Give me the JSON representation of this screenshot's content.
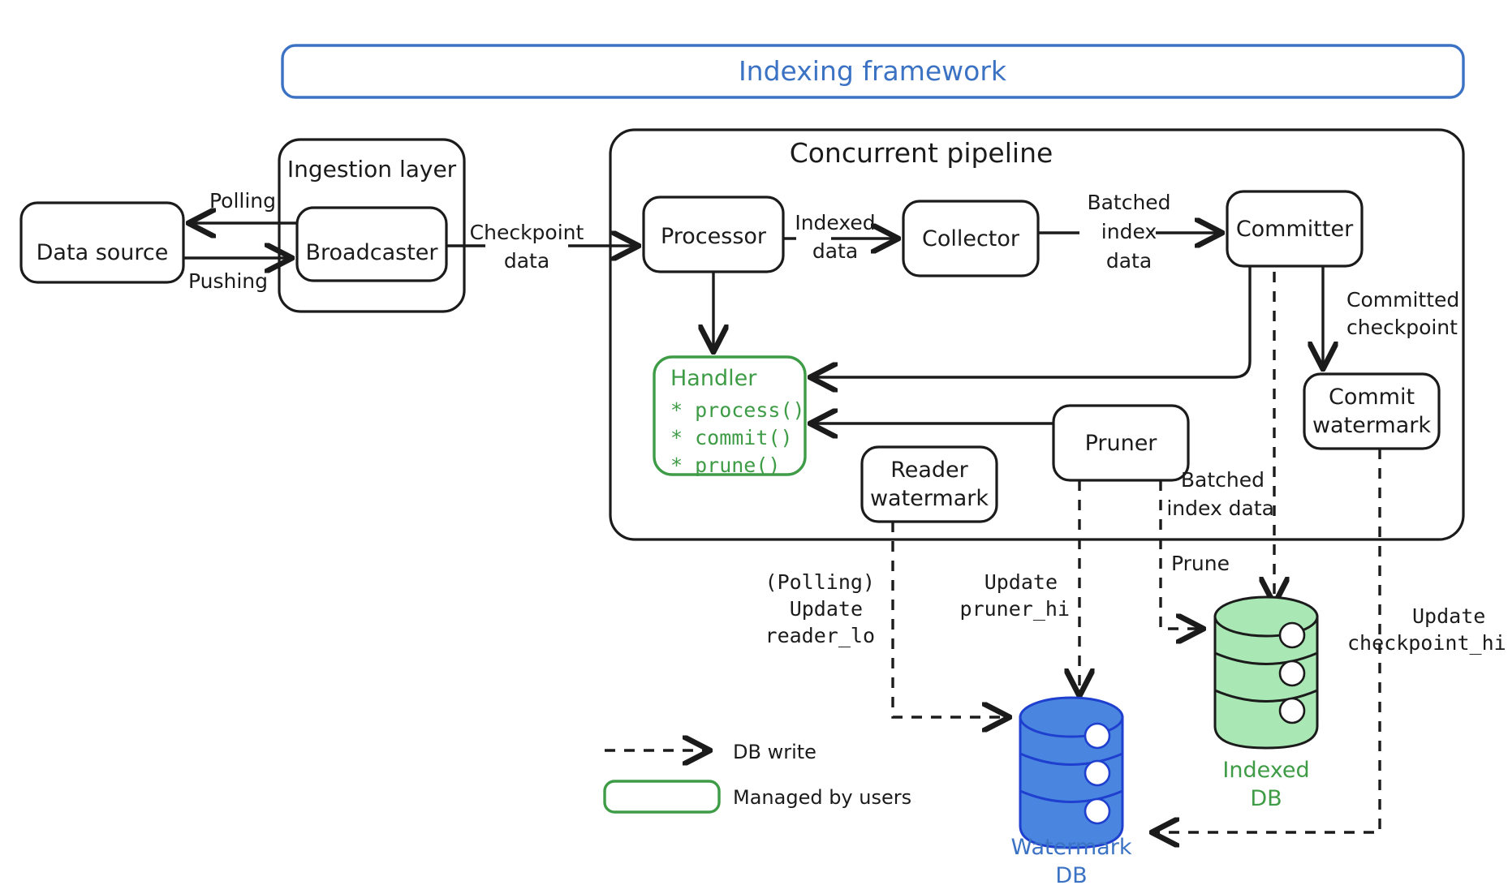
{
  "framework": {
    "title": "Indexing framework",
    "color": "#3b72c4"
  },
  "pipeline": {
    "title": "Concurrent pipeline"
  },
  "ingestion": {
    "title": "Ingestion layer"
  },
  "nodes": {
    "data_source": "Data source",
    "broadcaster": "Broadcaster",
    "processor": "Processor",
    "collector": "Collector",
    "committer": "Committer",
    "commit_watermark_l1": "Commit",
    "commit_watermark_l2": "watermark",
    "reader_watermark_l1": "Reader",
    "reader_watermark_l2": "watermark",
    "pruner": "Pruner"
  },
  "handler": {
    "title": "Handler",
    "color": "#3f9c46",
    "methods": [
      "* process()",
      "* commit()",
      "* prune()"
    ]
  },
  "edges": {
    "polling": "Polling",
    "pushing": "Pushing",
    "checkpoint_l1": "Checkpoint",
    "checkpoint_l2": "data",
    "indexed_l1": "Indexed",
    "indexed_l2": "data",
    "batched_l1": "Batched",
    "batched_l2": "index",
    "batched_l3": "data",
    "committed_l1": "Committed",
    "committed_l2": "checkpoint",
    "batched_db_l1": "Batched",
    "batched_db_l2": "index data",
    "prune": "Prune",
    "reader_l1": "(Polling)",
    "reader_l2": "Update",
    "reader_l3": "reader_lo",
    "pruner_l1": "Update",
    "pruner_l2": "pruner_hi",
    "checkpoint_hi_l1": "Update",
    "checkpoint_hi_l2": "checkpoint_hi"
  },
  "databases": {
    "indexed": {
      "line1": "Indexed",
      "line2": "DB",
      "color": "#3f9c46",
      "fill": "#a9e7b4"
    },
    "watermark": {
      "line1": "Watermark",
      "line2": "DB",
      "color": "#3b72c4",
      "fill": "#4a86e0"
    }
  },
  "legend": {
    "db_write": "DB write",
    "managed": "Managed by users"
  }
}
